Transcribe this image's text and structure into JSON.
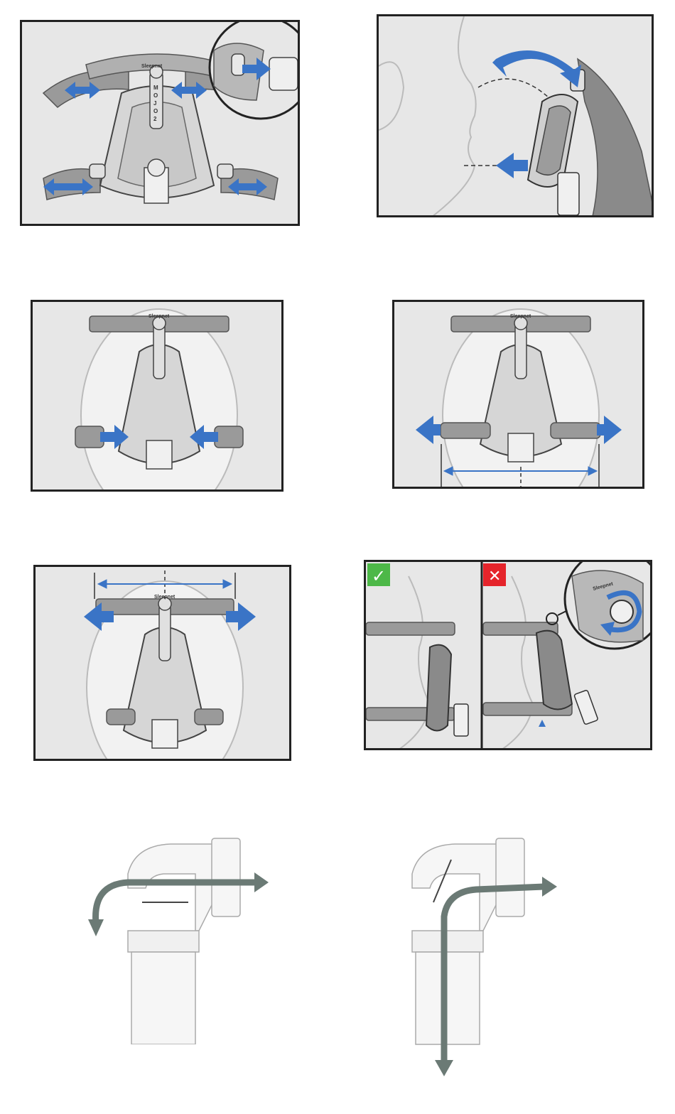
{
  "brand_label": "Sleepnet",
  "frame_vertical_text": [
    "M",
    "O",
    "J",
    "O",
    "2"
  ],
  "status_marks": {
    "correct": "✓",
    "incorrect": "✕",
    "correct_color": "#4db848",
    "incorrect_color": "#e5242b"
  },
  "colors": {
    "arrow_blue": "#3a74c6",
    "flow_arrow": "#6b7a75",
    "panel_bg": "#e7e7e7",
    "strap_gray": "#9a9a9a",
    "line_gray": "#777777"
  },
  "icons": {
    "adjust": "double-arrow-icon",
    "attach": "arrow-right-icon",
    "rotate": "rotate-icon"
  }
}
